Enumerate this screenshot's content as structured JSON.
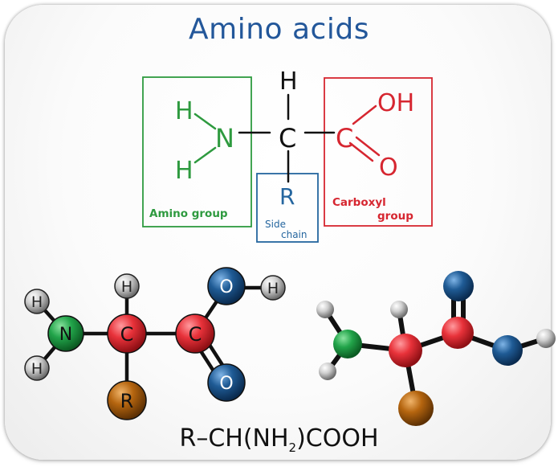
{
  "title": "Amino acids",
  "boxes": {
    "amino_label": "Amino group",
    "carboxyl_label_1": "Carboxyl",
    "carboxyl_label_2": "group",
    "side_label_1": "Side",
    "side_label_2": "chain"
  },
  "structural_formula": {
    "n": "N",
    "h_left_top": "H",
    "h_left_bottom": "H",
    "c_alpha": "C",
    "h_top": "H",
    "r": "R",
    "c_carboxyl": "C",
    "oh": "OH",
    "o": "O"
  },
  "ball_model": {
    "n": "N",
    "c1": "C",
    "c2": "C",
    "r": "R",
    "o_top": "O",
    "o_bottom": "O",
    "h_n_top": "H",
    "h_n_bottom": "H",
    "h_c": "H",
    "h_o": "H"
  },
  "condensed_formula": {
    "prefix": "R–CH(NH",
    "subscript": "2",
    "suffix": ")COOH"
  },
  "colors": {
    "title": "#23579a",
    "amino": "#2e9a3f",
    "carboxyl": "#d62630",
    "side_chain": "#25669f",
    "nitrogen": "#1f9a45",
    "carbon": "#e8323a",
    "oxygen": "#1f5b95",
    "r_group": "#b5650f",
    "hydrogen": "#b8b8b8"
  }
}
